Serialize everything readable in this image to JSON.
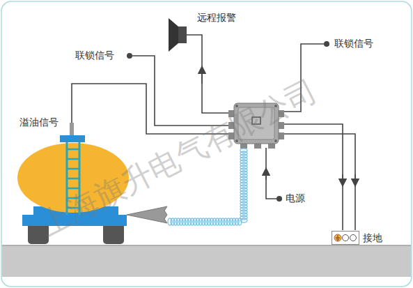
{
  "diagram": {
    "nodes": [
      {
        "text": [
          "接地"
        ]
      }
    ],
    "labels": [
      "远程报警",
      "联锁信号",
      "联锁信号",
      "溢油信号",
      "电源",
      "上海旗升电气有限公司"
    ]
  }
}
